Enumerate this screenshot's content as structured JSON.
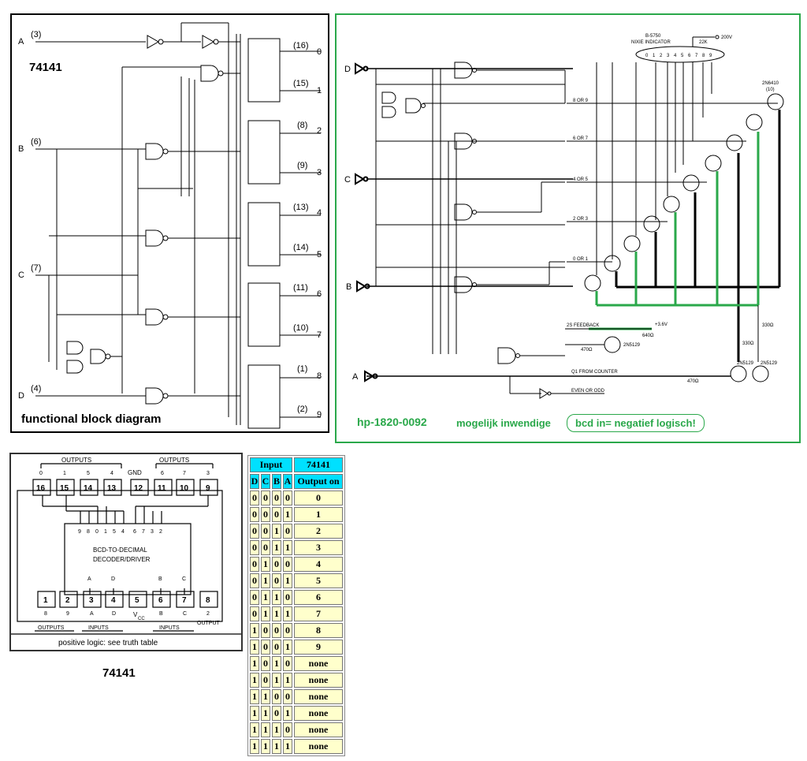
{
  "left_panel": {
    "chip_label": "74141",
    "caption": "functional block diagram",
    "inputs": [
      {
        "name": "A",
        "pin": "(3)"
      },
      {
        "name": "B",
        "pin": "(6)"
      },
      {
        "name": "C",
        "pin": "(7)"
      },
      {
        "name": "D",
        "pin": "(4)"
      }
    ],
    "outputs": [
      {
        "pin": "(16)",
        "digit": "0"
      },
      {
        "pin": "(15)",
        "digit": "1"
      },
      {
        "pin": "(8)",
        "digit": "2"
      },
      {
        "pin": "(9)",
        "digit": "3"
      },
      {
        "pin": "(13)",
        "digit": "4"
      },
      {
        "pin": "(14)",
        "digit": "5"
      },
      {
        "pin": "(11)",
        "digit": "6"
      },
      {
        "pin": "(10)",
        "digit": "7"
      },
      {
        "pin": "(1)",
        "digit": "8"
      },
      {
        "pin": "(2)",
        "digit": "9"
      }
    ]
  },
  "right_panel": {
    "part_number": "hp-1820-0092",
    "note": "mogelijk inwendige",
    "badge": "bcd in= negatief logisch!",
    "inputs": [
      "D",
      "C",
      "B",
      "A"
    ],
    "indicator_label": "B-5750",
    "nixie_label": "NIXIE INDICATOR",
    "resistor_22k": "22K",
    "supply_200v": "200V",
    "nixie_digits": [
      "0",
      "1",
      "2",
      "3",
      "4",
      "5",
      "6",
      "7",
      "8",
      "9"
    ],
    "line_labels": [
      "8 OR 9",
      "6 OR 7",
      "4 OR 5",
      "2 OR 3",
      "0 OR 1"
    ],
    "transistor_top": "2N6410",
    "transistor_top_pin": "(10)",
    "feedback_label": "2S FEEDBACK",
    "supply_36": "+3.6V",
    "r640": "640Ω",
    "r470a": "470Ω",
    "t2n5129a": "2N5129",
    "r330a": "330Ω",
    "r330b": "330Ω",
    "t2n5129b": "2N5129",
    "t2n5129c": "2N5129",
    "q1_label": "Q1 FROM COUNTER",
    "r470b": "470Ω",
    "even_odd": "EVEN OR ODD"
  },
  "pinout": {
    "top_label_left": "OUTPUTS",
    "top_label_right": "OUTPUTS",
    "gnd": "GND",
    "top_pins": [
      "16",
      "15",
      "14",
      "13",
      "12",
      "11",
      "10",
      "9"
    ],
    "top_pin_digits": [
      "0",
      "1",
      "5",
      "4",
      "",
      "6",
      "7",
      "3"
    ],
    "inner_top_digits": [
      "9",
      "8",
      "0",
      "1",
      "5",
      "4",
      "6",
      "7",
      "3",
      "2"
    ],
    "chip_title_1": "BCD-TO-DECIMAL",
    "chip_title_2": "DECODER/DRIVER",
    "inner_bottom_left": [
      "A",
      "D"
    ],
    "inner_bottom_right": [
      "B",
      "C"
    ],
    "bottom_pins": [
      "1",
      "2",
      "3",
      "4",
      "5",
      "6",
      "7",
      "8"
    ],
    "bottom_pin_labels": [
      "8",
      "9",
      "A",
      "D",
      "V",
      "B",
      "C",
      "2"
    ],
    "vcc_sub": "CC",
    "bottom_groups": [
      "OUTPUTS",
      "INPUTS",
      "INPUTS",
      "OUTPUT"
    ],
    "footer": "positive logic:  see truth table",
    "caption": "74141"
  },
  "truth_table": {
    "header_input": "Input",
    "header_chip": "74141",
    "columns": [
      "D",
      "C",
      "B",
      "A",
      "Output on"
    ],
    "rows": [
      [
        "0",
        "0",
        "0",
        "0",
        "0"
      ],
      [
        "0",
        "0",
        "0",
        "1",
        "1"
      ],
      [
        "0",
        "0",
        "1",
        "0",
        "2"
      ],
      [
        "0",
        "0",
        "1",
        "1",
        "3"
      ],
      [
        "0",
        "1",
        "0",
        "0",
        "4"
      ],
      [
        "0",
        "1",
        "0",
        "1",
        "5"
      ],
      [
        "0",
        "1",
        "1",
        "0",
        "6"
      ],
      [
        "0",
        "1",
        "1",
        "1",
        "7"
      ],
      [
        "1",
        "0",
        "0",
        "0",
        "8"
      ],
      [
        "1",
        "0",
        "0",
        "1",
        "9"
      ],
      [
        "1",
        "0",
        "1",
        "0",
        "none"
      ],
      [
        "1",
        "0",
        "1",
        "1",
        "none"
      ],
      [
        "1",
        "1",
        "0",
        "0",
        "none"
      ],
      [
        "1",
        "1",
        "0",
        "1",
        "none"
      ],
      [
        "1",
        "1",
        "1",
        "0",
        "none"
      ],
      [
        "1",
        "1",
        "1",
        "1",
        "none"
      ]
    ]
  },
  "colors": {
    "green": "#2aa84a",
    "cyan": "#00e0ff",
    "cream": "#ffffcc"
  }
}
